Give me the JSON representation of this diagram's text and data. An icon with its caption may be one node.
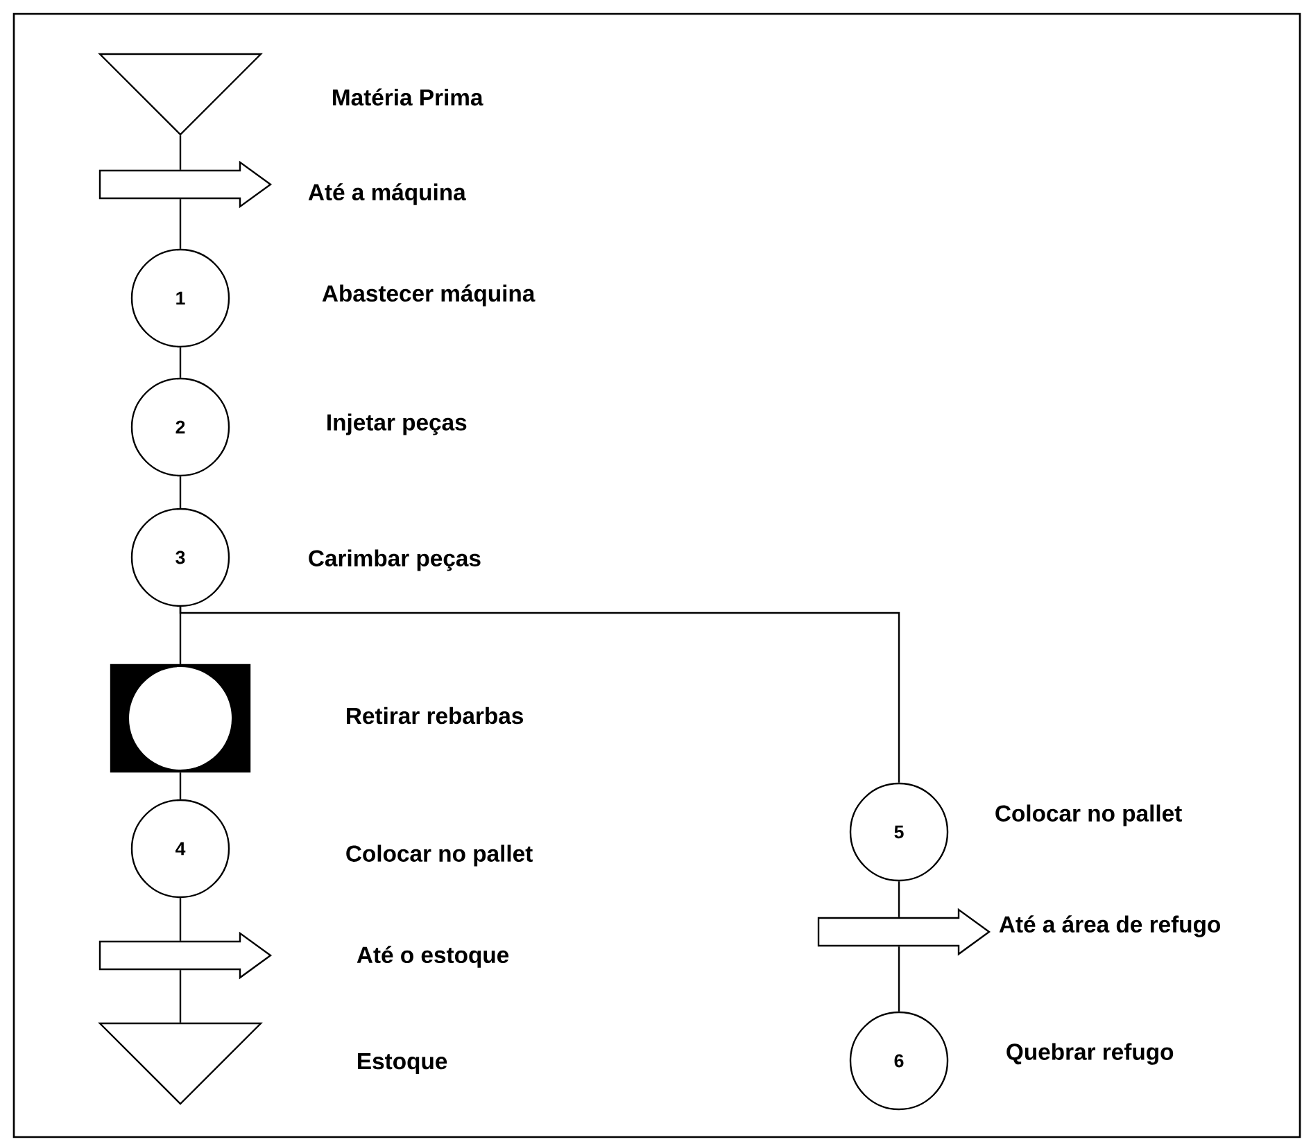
{
  "diagram": {
    "nodes": [
      {
        "text": [],
        "shape": "triangle"
      },
      {
        "text": [],
        "shape": "arrow"
      },
      {
        "text": [
          "1"
        ]
      },
      {
        "text": [
          "2"
        ]
      },
      {
        "text": [
          "3"
        ]
      },
      {
        "text": [],
        "shape": "box"
      },
      {
        "text": [
          "4"
        ]
      },
      {
        "text": [],
        "shape": "arrow"
      },
      {
        "text": [],
        "shape": "triangle"
      },
      {
        "text": [
          "5"
        ]
      },
      {
        "text": [],
        "shape": "arrow"
      },
      {
        "text": [
          "6"
        ]
      }
    ],
    "edges": [
      {
        "from": 0,
        "to": 1,
        "arrow": "none"
      },
      {
        "from": 1,
        "to": 2,
        "arrow": "none"
      },
      {
        "from": 2,
        "to": 3,
        "arrow": "none"
      },
      {
        "from": 3,
        "to": 4,
        "arrow": "none"
      },
      {
        "from": 4,
        "to": 5,
        "arrow": "none"
      },
      {
        "from": 5,
        "to": 6,
        "arrow": "none"
      },
      {
        "from": 6,
        "to": 7,
        "arrow": "none"
      },
      {
        "from": 7,
        "to": 8,
        "arrow": "none"
      },
      {
        "from": 4,
        "to": 9,
        "arrow": "none"
      },
      {
        "from": 9,
        "to": 10,
        "arrow": "none"
      },
      {
        "from": 10,
        "to": 11,
        "arrow": "none"
      }
    ],
    "labels": [
      "Matéria Prima",
      "Até a máquina",
      "Abastecer máquina",
      "Injetar peças",
      "Carimbar peças",
      "Retirar rebarbas",
      "Colocar no pallet",
      "Colocar no pallet",
      "Até a área de refugo",
      "Até o estoque",
      "Quebrar refugo",
      "Estoque"
    ]
  }
}
